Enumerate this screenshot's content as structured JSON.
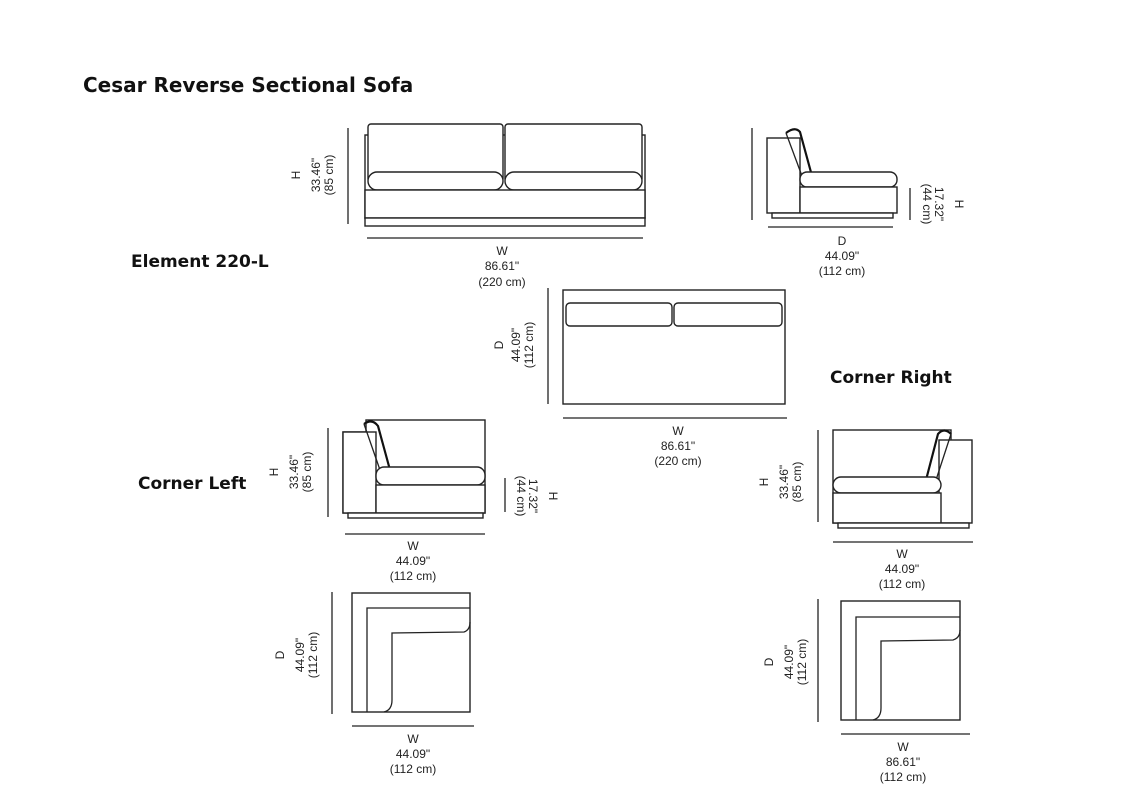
{
  "title": "Cesar Reverse Sectional Sofa",
  "sections": {
    "element": {
      "label": "Element 220-L",
      "front": {
        "h_letter": "H",
        "h_in": "33.46\"",
        "h_cm": "(85 cm)",
        "w_letter": "W",
        "w_in": "86.61\"",
        "w_cm": "(220 cm)"
      },
      "side": {
        "d_letter": "D",
        "d_in": "44.09\"",
        "d_cm": "(112 cm)",
        "h_letter": "H",
        "h_in": "17.32\"",
        "h_cm": "(44 cm)"
      },
      "top": {
        "d_letter": "D",
        "d_in": "44.09\"",
        "d_cm": "(112 cm)",
        "w_letter": "W",
        "w_in": "86.61\"",
        "w_cm": "(220 cm)"
      }
    },
    "corner_left": {
      "label": "Corner Left",
      "front": {
        "h_letter": "H",
        "h_in": "33.46\"",
        "h_cm": "(85 cm)",
        "w_letter": "W",
        "w_in": "44.09\"",
        "w_cm": "(112 cm)",
        "seat_h_letter": "H",
        "seat_h_in": "17.32\"",
        "seat_h_cm": "(44 cm)"
      },
      "top": {
        "d_letter": "D",
        "d_in": "44.09\"",
        "d_cm": "(112 cm)",
        "w_letter": "W",
        "w_in": "44.09\"",
        "w_cm": "(112 cm)"
      }
    },
    "corner_right": {
      "label": "Corner Right",
      "front": {
        "h_letter": "H",
        "h_in": "33.46\"",
        "h_cm": "(85 cm)",
        "w_letter": "W",
        "w_in": "44.09\"",
        "w_cm": "(112 cm)"
      },
      "top": {
        "d_letter": "D",
        "d_in": "44.09\"",
        "d_cm": "(112 cm)",
        "w_letter": "W",
        "w_in": "86.61\"",
        "w_cm": "(112 cm)"
      }
    }
  }
}
